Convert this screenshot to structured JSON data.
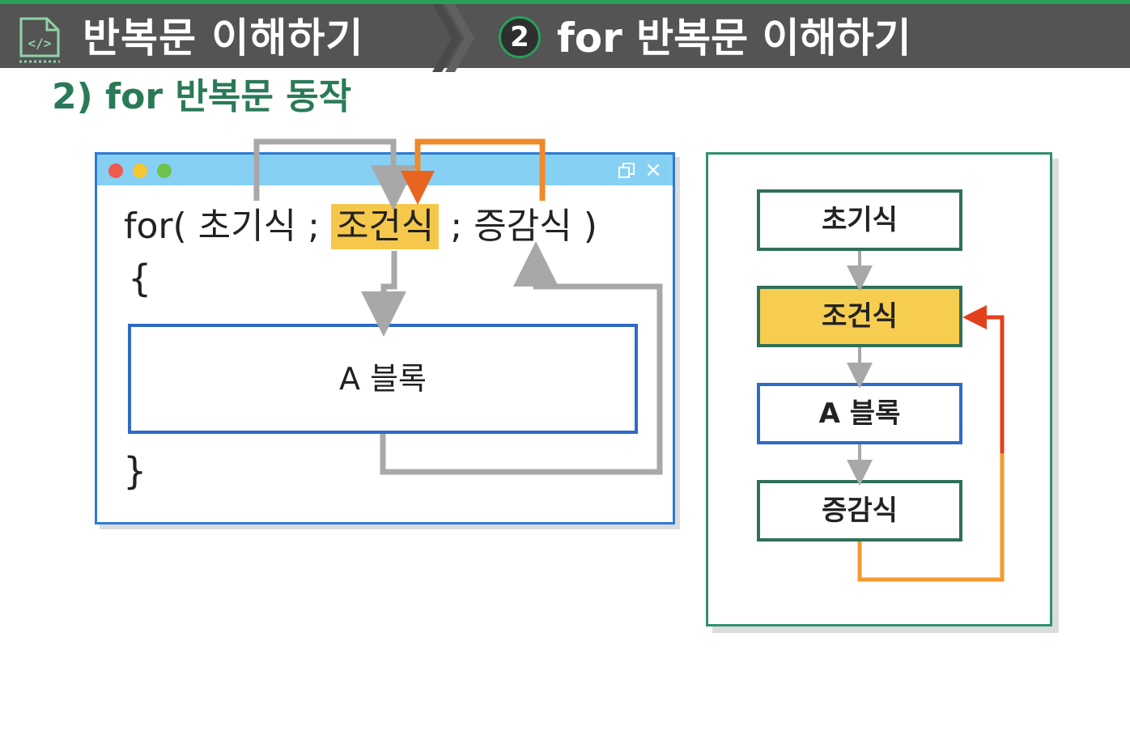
{
  "header": {
    "title": "반복문 이해하기",
    "section_number": "2",
    "subtitle": "for 반복문 이해하기",
    "icon": "code-file-icon"
  },
  "section_heading": "2) for 반복문 동작",
  "code": {
    "keyword": "for(",
    "init": "초기식",
    "sep1": ";",
    "condition": "조건식",
    "sep2": ";",
    "update": "증감식",
    "close_paren": ")",
    "open_brace": "{",
    "close_brace": "}",
    "block_label": "A 블록"
  },
  "flow": {
    "steps": [
      "초기식",
      "조건식",
      "A 블록",
      "증감식"
    ]
  },
  "colors": {
    "header_bg": "#545454",
    "accent_green": "#27a05a",
    "heading_green": "#2a7a57",
    "highlight_yellow": "#f5c84c",
    "window_blue": "#2e7bd6",
    "titlebar_blue": "#86d0f3",
    "arrow_gray": "#a8a8a8",
    "arrow_orange": "#ef8a2b",
    "arrow_red": "#e2411d"
  }
}
